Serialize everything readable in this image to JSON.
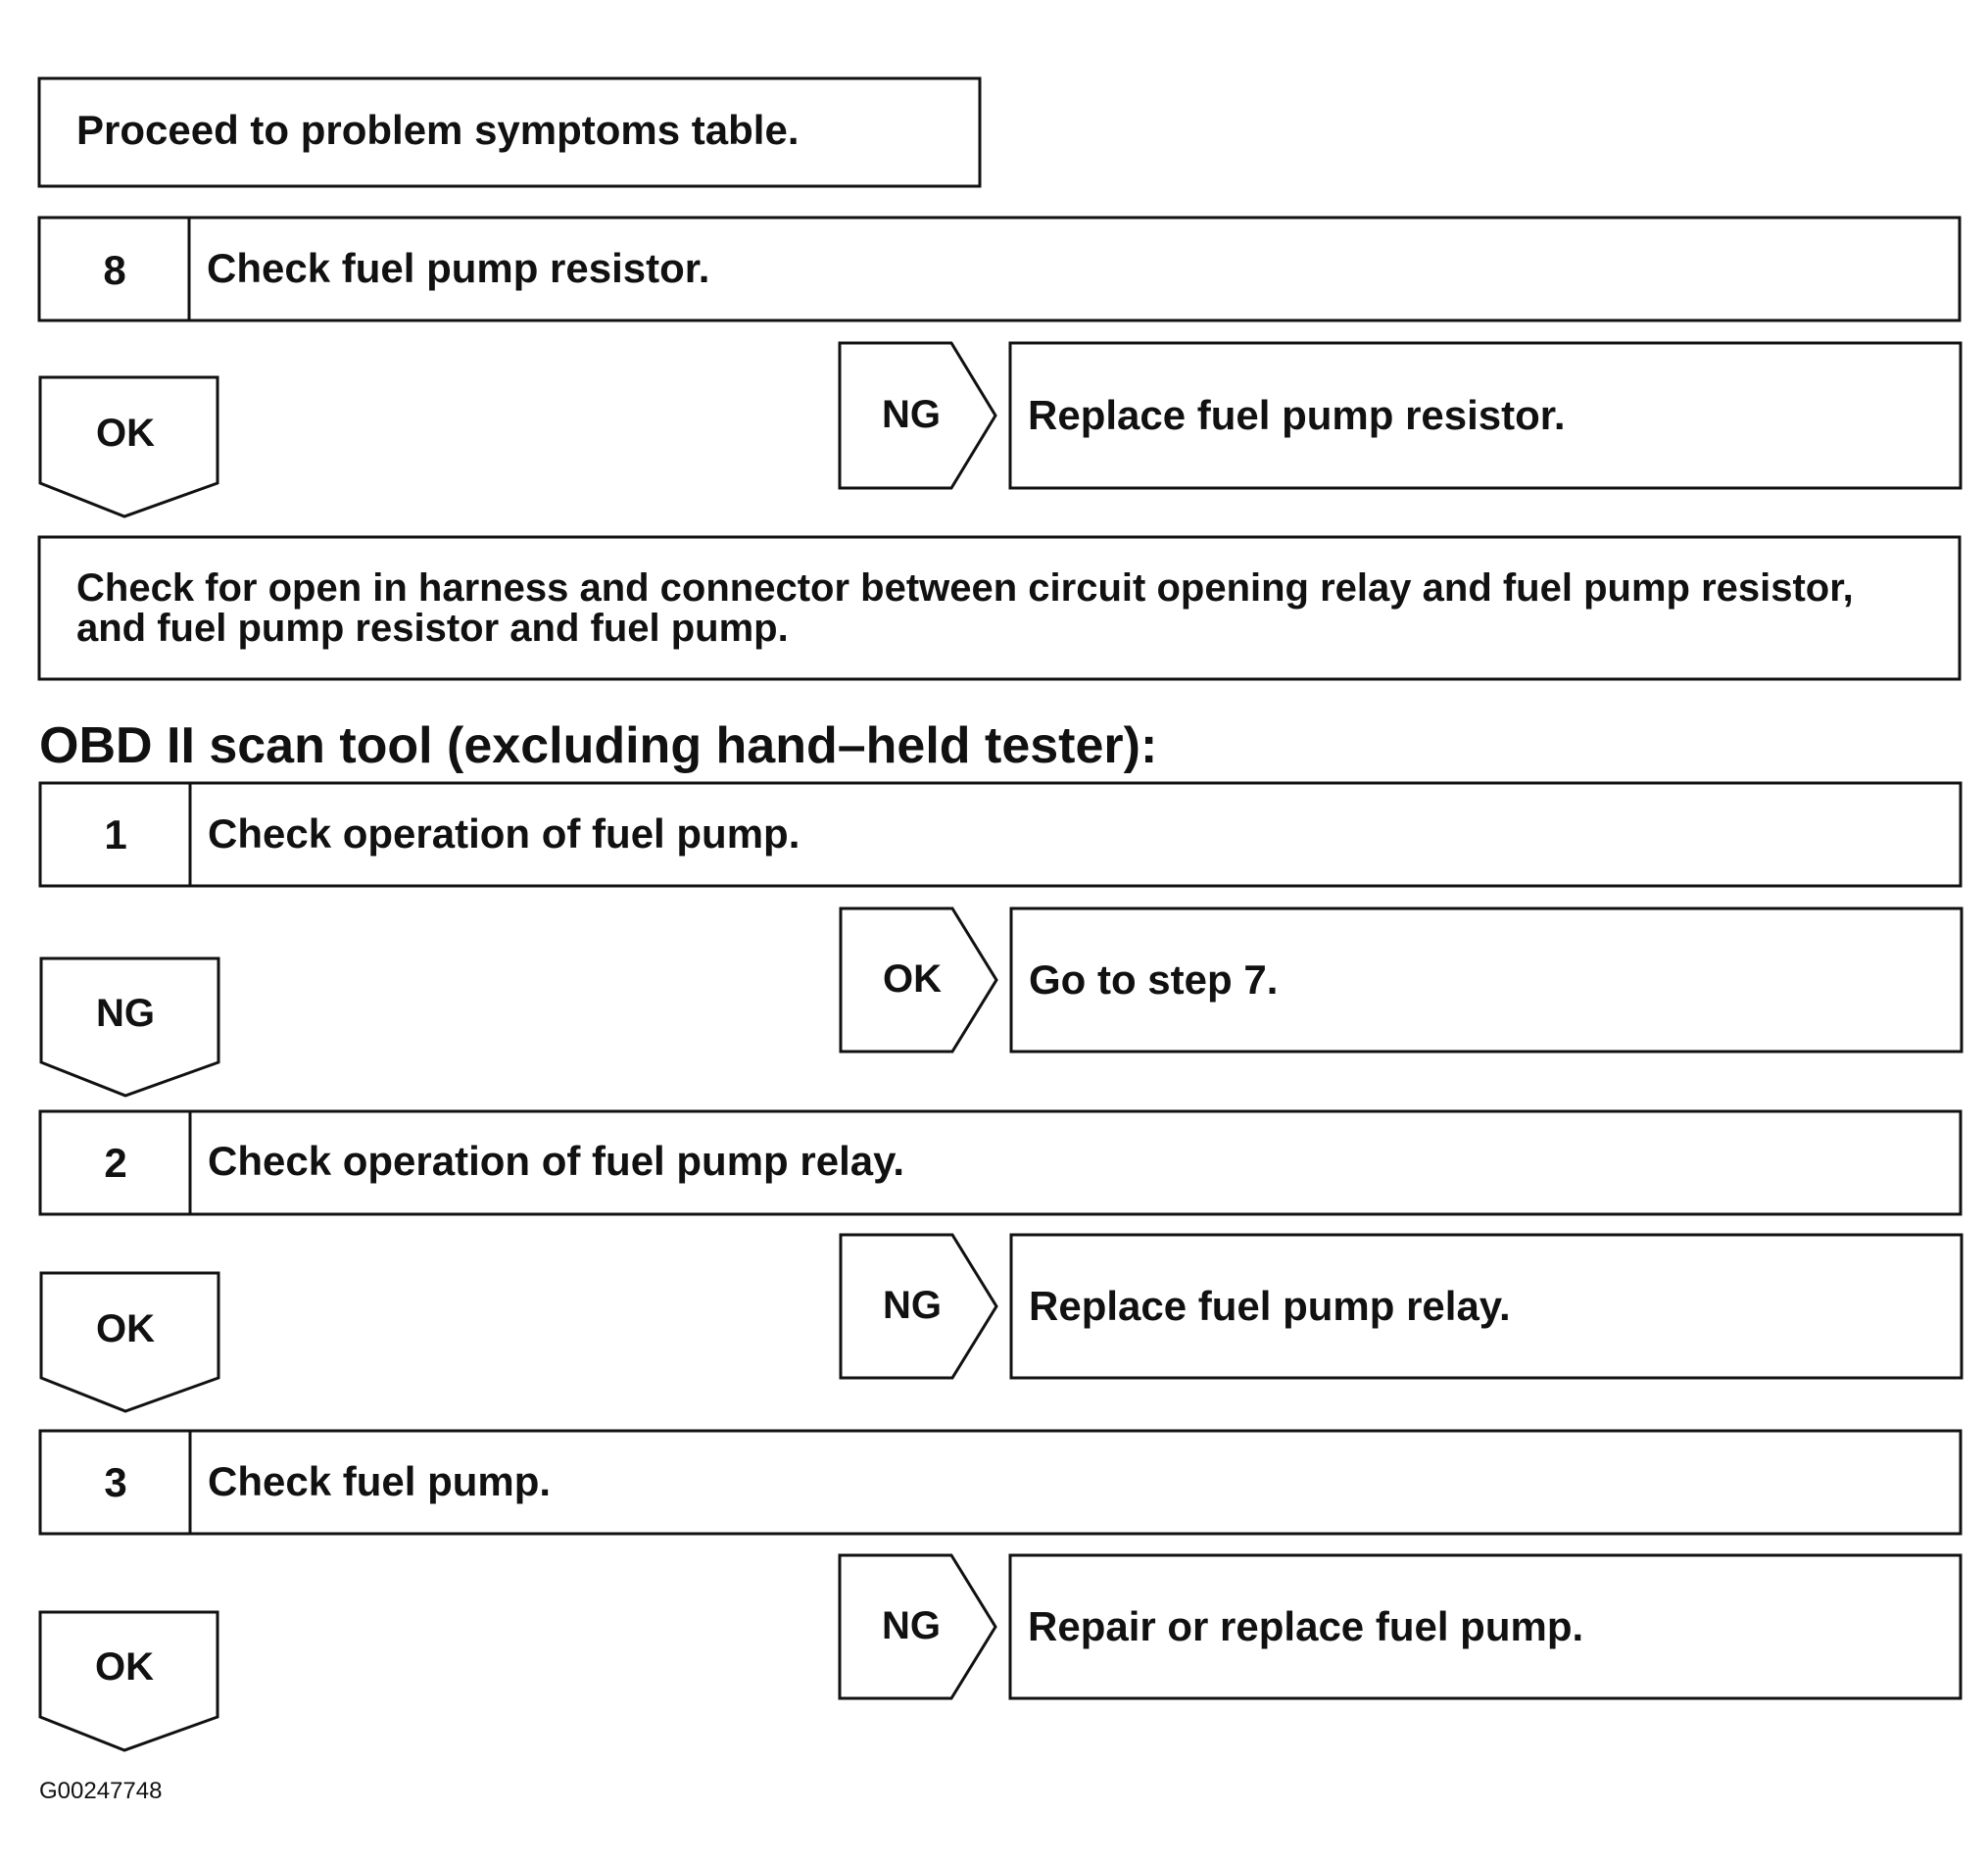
{
  "proceed_box": {
    "text": "Proceed to problem symptoms table."
  },
  "step_8": {
    "number": "8",
    "text": "Check fuel pump resistor."
  },
  "branch_8": {
    "down_label": "OK",
    "right_label": "NG",
    "right_action": "Replace fuel pump resistor."
  },
  "check_open_box": {
    "line1": "Check for open in harness and connector between circuit opening relay and fuel pump resistor,",
    "line2": "and fuel pump resistor and fuel pump."
  },
  "heading": {
    "text": "OBD II scan tool (excluding hand–held tester):"
  },
  "step_1": {
    "number": "1",
    "text": "Check operation of fuel pump."
  },
  "branch_1": {
    "down_label": "NG",
    "right_label": "OK",
    "right_action": "Go to step 7."
  },
  "step_2": {
    "number": "2",
    "text": "Check operation of fuel pump relay."
  },
  "branch_2": {
    "down_label": "OK",
    "right_label": "NG",
    "right_action": "Replace fuel pump relay."
  },
  "step_3": {
    "number": "3",
    "text": "Check fuel pump."
  },
  "branch_3": {
    "down_label": "OK",
    "right_label": "NG",
    "right_action": "Repair or replace fuel pump."
  },
  "figure_code": {
    "text": "G00247748"
  }
}
